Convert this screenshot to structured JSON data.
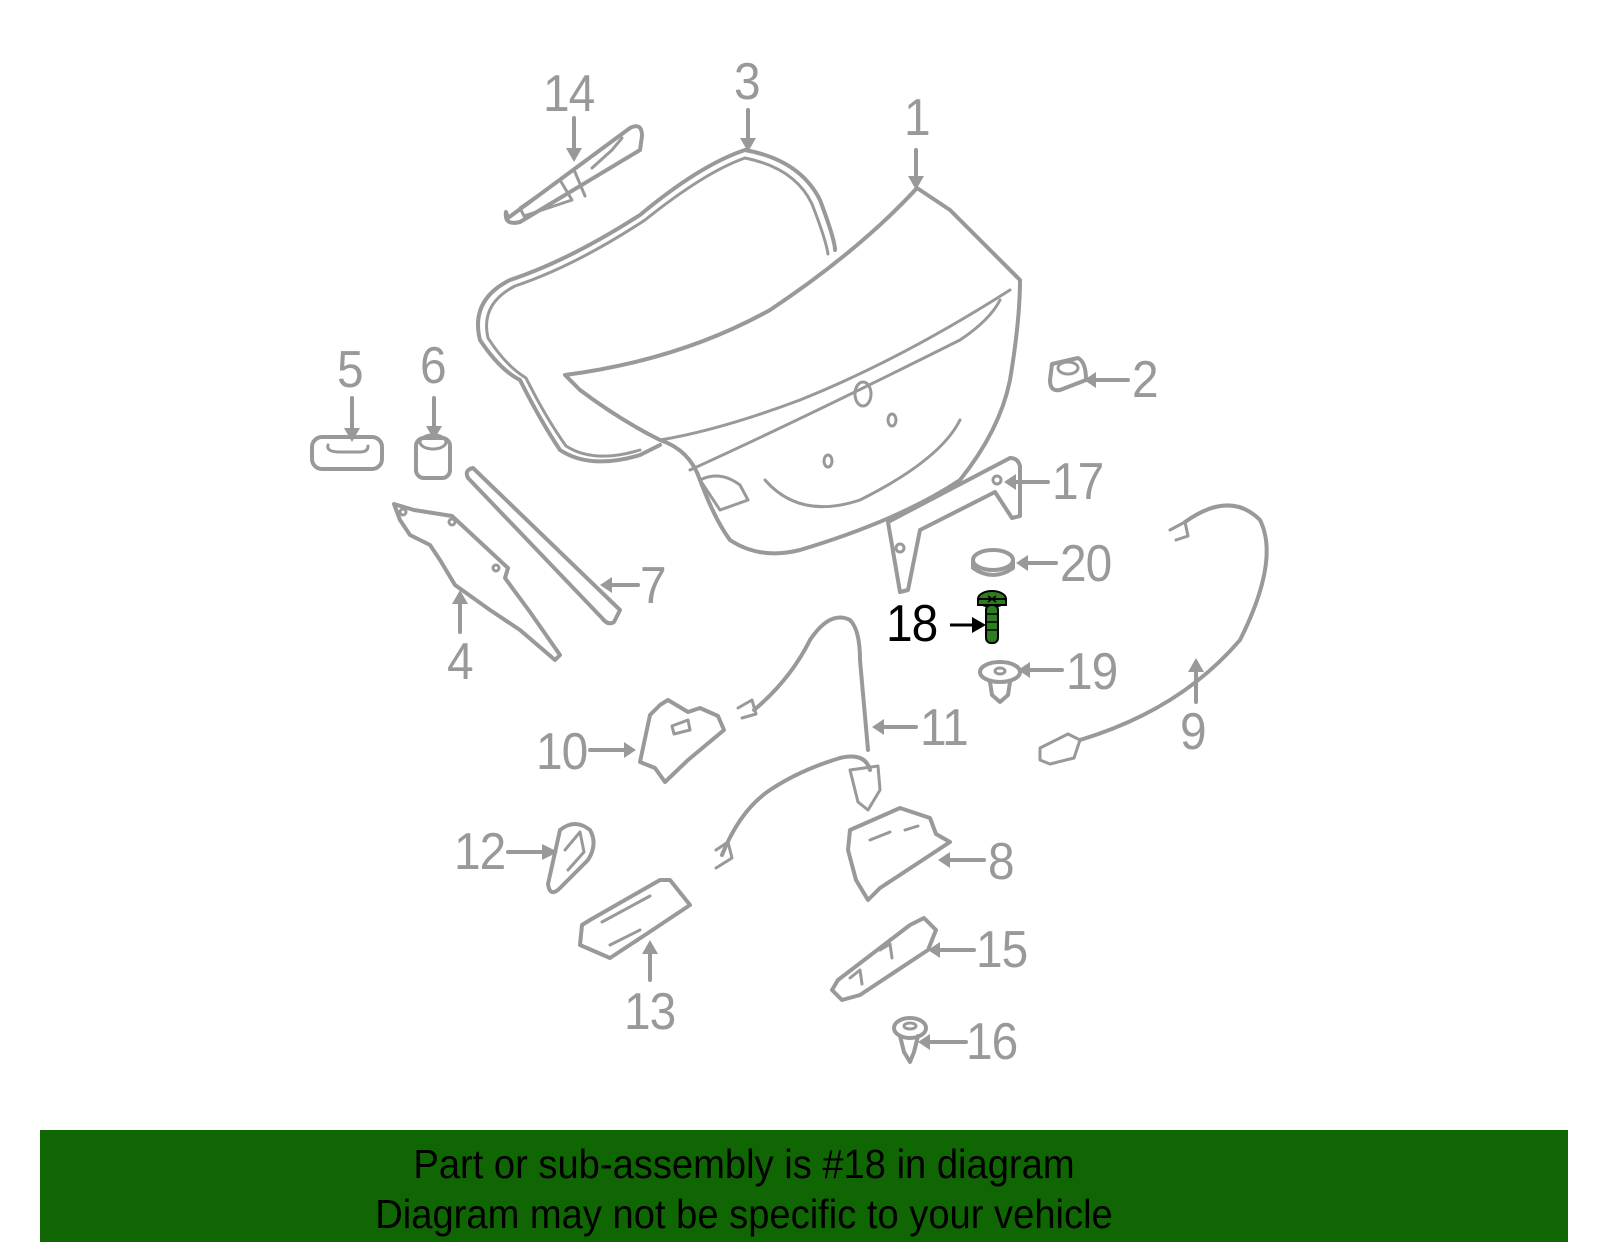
{
  "diagram": {
    "title": "Trunk lid / decklid assembly parts diagram",
    "colors": {
      "line": "#999999",
      "highlight_label": "#000000",
      "highlight_part": "#2e7d1f",
      "banner_bg": "#116604",
      "banner_text": "#000000"
    },
    "callouts": [
      {
        "number": "1",
        "part": "trunk-lid"
      },
      {
        "number": "2",
        "part": "striker-bumper"
      },
      {
        "number": "3",
        "part": "weatherstrip"
      },
      {
        "number": "4",
        "part": "hinge"
      },
      {
        "number": "5",
        "part": "bumper-pad"
      },
      {
        "number": "6",
        "part": "bumper-stop"
      },
      {
        "number": "7",
        "part": "support-rod"
      },
      {
        "number": "8",
        "part": "lock-actuator"
      },
      {
        "number": "9",
        "part": "release-cable"
      },
      {
        "number": "10",
        "part": "latch"
      },
      {
        "number": "11",
        "part": "cable"
      },
      {
        "number": "12",
        "part": "handle-cover"
      },
      {
        "number": "13",
        "part": "release-handle"
      },
      {
        "number": "14",
        "part": "handle-garnish"
      },
      {
        "number": "15",
        "part": "bracket"
      },
      {
        "number": "16",
        "part": "clip"
      },
      {
        "number": "17",
        "part": "reinforcement-bracket"
      },
      {
        "number": "18",
        "part": "screw",
        "highlighted": true
      },
      {
        "number": "19",
        "part": "retainer"
      },
      {
        "number": "20",
        "part": "grommet"
      }
    ]
  },
  "banner": {
    "line1": "Part or sub-assembly is #18 in diagram",
    "line2": "Diagram may not be specific to your vehicle"
  }
}
